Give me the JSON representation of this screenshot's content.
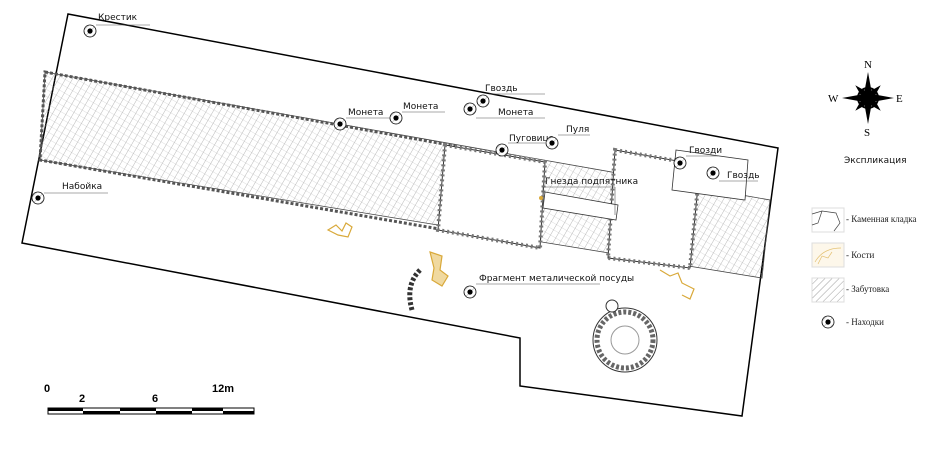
{
  "title": "Экспликация",
  "compass": {
    "n": "N",
    "s": "S",
    "e": "E",
    "w": "W"
  },
  "legend": [
    {
      "label": "- Каменная кладка"
    },
    {
      "label": "- Кости"
    },
    {
      "label": "- Забутовка"
    },
    {
      "label": "- Находки"
    }
  ],
  "finds": [
    {
      "label": "Крестик"
    },
    {
      "label": "Набойка"
    },
    {
      "label": "Монета"
    },
    {
      "label": "Монета"
    },
    {
      "label": "Гвоздь"
    },
    {
      "label": "Монета"
    },
    {
      "label": "Пуговица"
    },
    {
      "label": "Пуля"
    },
    {
      "label": "Гвозди"
    },
    {
      "label": "Гвоздь"
    },
    {
      "label": "Фрагмент металической посуды"
    }
  ],
  "features": {
    "door_sockets": "Гнезда подпятника"
  },
  "scale_bar": {
    "ticks": [
      "0",
      "2",
      "6",
      "12m"
    ]
  },
  "colors": {
    "bone": "#d9a93a",
    "line": "#000000",
    "hatch": "#777777"
  }
}
